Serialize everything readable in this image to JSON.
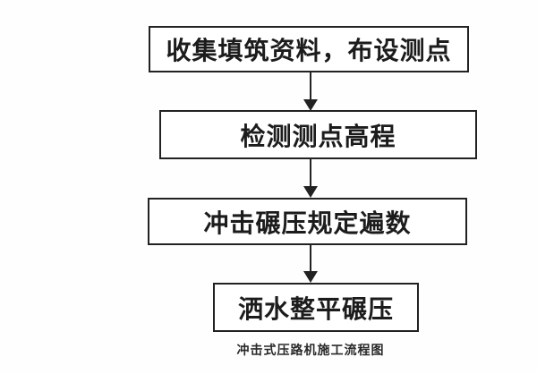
{
  "flowchart": {
    "title_caption": "冲击式压路机施工流程图",
    "steps": [
      {
        "label": "收集填筑资料，布设测点"
      },
      {
        "label": "检测测点高程"
      },
      {
        "label": "冲击碾压规定遍数"
      },
      {
        "label": "洒水整平碾压"
      }
    ],
    "connections": [
      {
        "from": 0,
        "to": 1,
        "type": "arrow-down"
      },
      {
        "from": 1,
        "to": 2,
        "type": "arrow-down"
      },
      {
        "from": 2,
        "to": 3,
        "type": "arrow-down"
      }
    ],
    "colors": {
      "line": "#222222",
      "text": "#1c1c1c",
      "background": "#fefefe",
      "box_fill": "#ffffff"
    }
  }
}
